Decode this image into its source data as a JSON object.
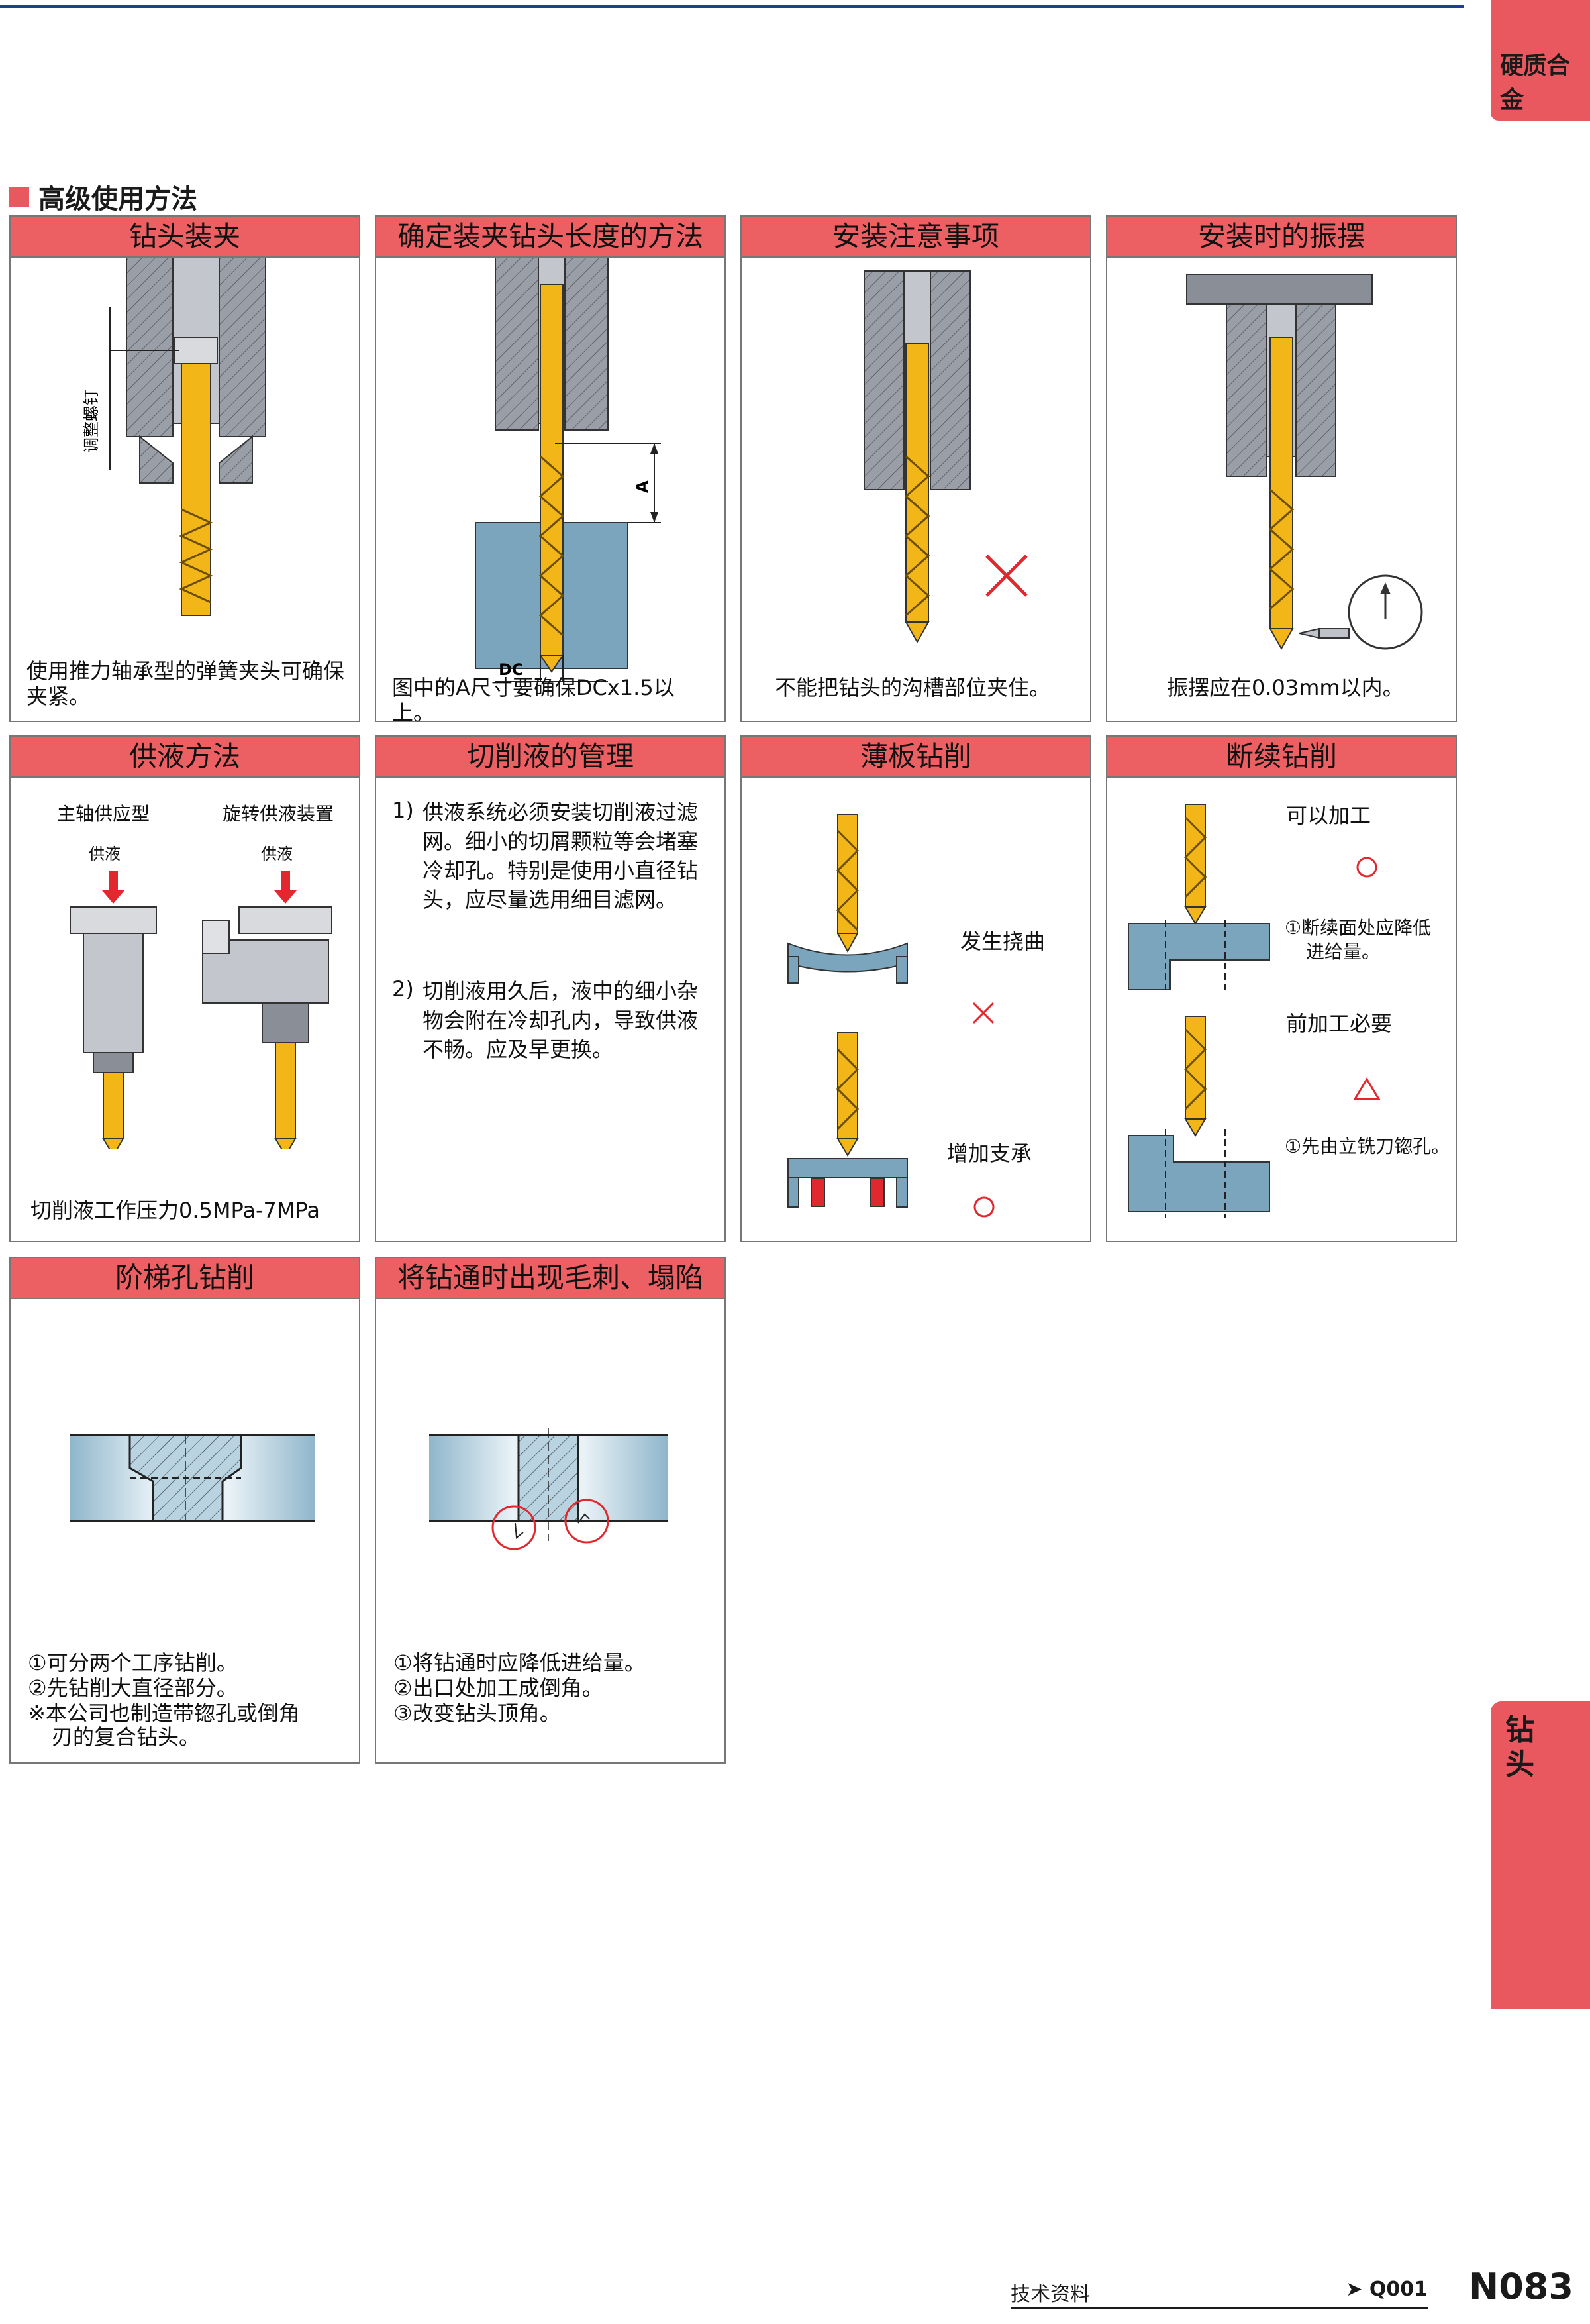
{
  "side": {
    "top_tab": "硬质合金",
    "section_tab": "钻头"
  },
  "section_title": "高级使用方法",
  "panels": {
    "p1": {
      "title": "钻头装夹",
      "label": "调整螺钉",
      "caption": "使用推力轴承型的弹簧夹头可确保夹紧。"
    },
    "p2": {
      "title": "确定装夹钻头长度的方法",
      "label_a": "A",
      "label_dc": "DC",
      "caption": "图中的A尺寸要确保DCx1.5以上。"
    },
    "p3": {
      "title": "安装注意事项",
      "caption": "不能把钻头的沟槽部位夹住。"
    },
    "p4": {
      "title": "安装时的振摆",
      "caption": "振摆应在0.03mm以内。"
    },
    "p5": {
      "title": "供液方法",
      "left_label": "主轴供应型",
      "right_label": "旋转供液装置",
      "supply_left": "供液",
      "supply_right": "供液",
      "caption": "切削液工作压力0.5MPa-7MPa"
    },
    "p6": {
      "title": "切削液的管理",
      "item1_num": "1)",
      "item1": "供液系统必须安装切削液过滤网。细小的切屑颗粒等会堵塞冷却孔。特别是使用小直径钻头，应尽量选用细目滤网。",
      "item2_num": "2)",
      "item2": "切削液用久后，液中的细小杂物会附在冷却孔内，导致供液不畅。应及早更换。"
    },
    "p7": {
      "title": "薄板钻削",
      "label_bend": "发生挠曲",
      "mark_bend": "×",
      "label_support": "增加支承",
      "mark_support": "○"
    },
    "p8": {
      "title": "断续钻削",
      "label_ok": "可以加工",
      "mark_ok": "○",
      "note_ok_1": "①断续面处应降低",
      "note_ok_2": "进给量。",
      "label_pre": "前加工必要",
      "mark_pre": "△",
      "note_pre": "①先由立铣刀锪孔。"
    },
    "p9": {
      "title": "阶梯孔钻削",
      "line1": "①可分两个工序钻削。",
      "line2": "②先钻削大直径部分。",
      "line3": "※本公司也制造带锪孔或倒角",
      "line4": "刃的复合钻头。"
    },
    "p10": {
      "title": "将钻通时出现毛刺、塌陷",
      "line1": "①将钻通时应降低进给量。",
      "line2": "②出口处加工成倒角。",
      "line3": "③改变钻头顶角。"
    }
  },
  "footer": {
    "label": "技术资料",
    "ref": "➤ Q001",
    "page": "N083"
  },
  "colors": {
    "accent": "#ec5f62",
    "drill": "#f3b619",
    "holder": "#8a8e96",
    "work": "#7aa5bd"
  }
}
